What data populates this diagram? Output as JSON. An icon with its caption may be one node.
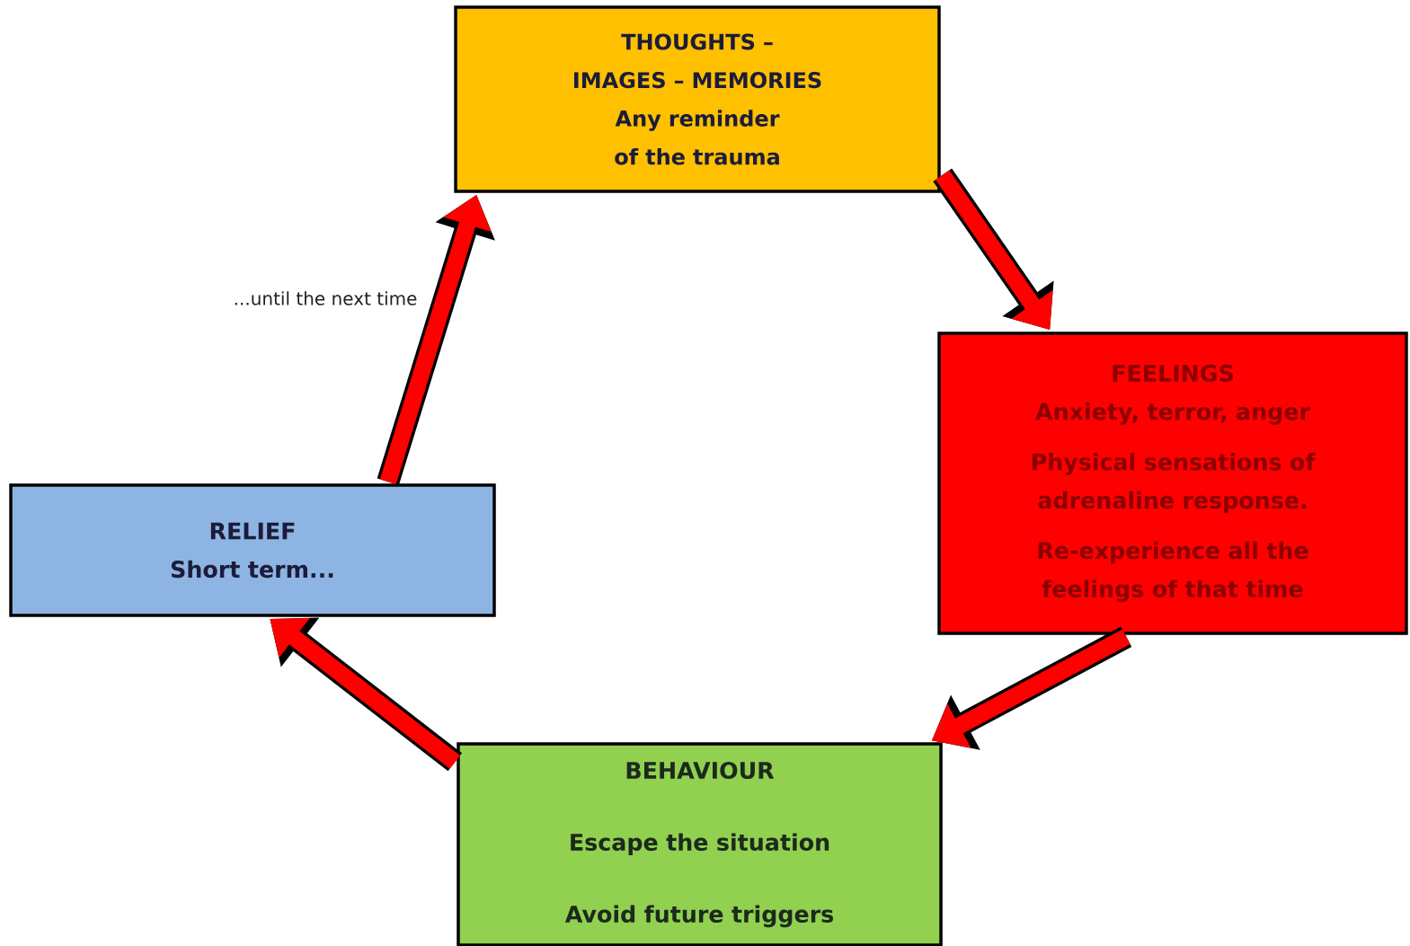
{
  "diagram": {
    "nodes": [
      {
        "text": [
          "THOUGHTS – IMAGES – MEMORIES",
          "Any reminder of the trauma"
        ]
      },
      {
        "text": [
          "FEELINGS",
          "Anxiety, terror, anger",
          "Physical sensations of adrenaline response.",
          "Re-experience all the feelings of that time"
        ]
      },
      {
        "text": [
          "BEHAVIOUR",
          "Escape the situation",
          "Avoid future triggers"
        ]
      },
      {
        "text": [
          "RELIEF",
          "Short term..."
        ]
      }
    ],
    "edges": [
      {
        "from": 0,
        "to": 1,
        "arrow": "to"
      },
      {
        "from": 1,
        "to": 2,
        "arrow": "to"
      },
      {
        "from": 2,
        "to": 3,
        "arrow": "to"
      },
      {
        "from": 3,
        "to": 0,
        "arrow": "to",
        "label": "...until the next time"
      }
    ]
  }
}
